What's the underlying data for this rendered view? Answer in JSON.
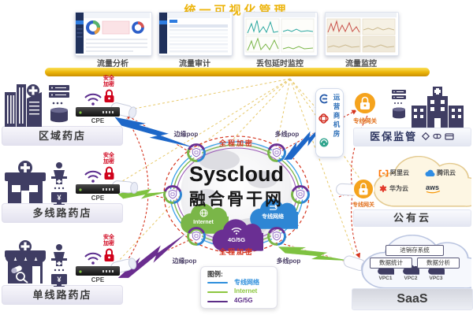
{
  "header": {
    "title": "统一可视化管理",
    "dashboards": [
      {
        "label": "流量分析"
      },
      {
        "label": "流量审计"
      },
      {
        "label": "丢包延时监控"
      },
      {
        "label": "流量监控"
      }
    ]
  },
  "sites": [
    {
      "name": "区域药店"
    },
    {
      "name": "多线路药店"
    },
    {
      "name": "单线路药店"
    }
  ],
  "site_common": {
    "device_label": "CPE",
    "secure_label": "安全加密"
  },
  "backbone": {
    "brand": "Syscloud",
    "name": "融合骨干网",
    "encryption_label": "全程加密",
    "pop_edge_label": "边缘pop",
    "pop_multi_label": "多线pop",
    "access_clouds": [
      {
        "label": "Internet",
        "color": "#7ab648",
        "icon": "globe-icon"
      },
      {
        "label": "专线网络",
        "color": "#2e86d4",
        "icon": "route-icon"
      },
      {
        "label": "4G/5G",
        "color": "#6a2f93",
        "icon": "wifi-icon"
      }
    ]
  },
  "right_side": {
    "carrier_room_label": "运营商机房",
    "carrier_icons": [
      "china-telecom-icon",
      "china-unicom-icon",
      "china-mobile-icon"
    ],
    "gateway_label": "专线网关",
    "regulator": {
      "name": "医保监管",
      "icons": [
        "badge-icon",
        "medicine-icon",
        "card-icon"
      ]
    },
    "public_cloud": {
      "name": "公有云",
      "providers": [
        "阿里云",
        "腾讯云",
        "华为云",
        "aws"
      ]
    },
    "saas": {
      "name": "SaaS",
      "system_label": "进销存系统",
      "app_labels": [
        "数据统计",
        "数据分析"
      ],
      "vpc_labels": [
        "VPC1",
        "VPC2",
        "VPC3"
      ]
    }
  },
  "legend": {
    "title": "图例:",
    "items": [
      {
        "label": "专线网络",
        "color": "#2f8fdc"
      },
      {
        "label": "Internet",
        "color": "#8cc63f"
      },
      {
        "label": "4G/5G",
        "color": "#5c2d87"
      }
    ]
  }
}
